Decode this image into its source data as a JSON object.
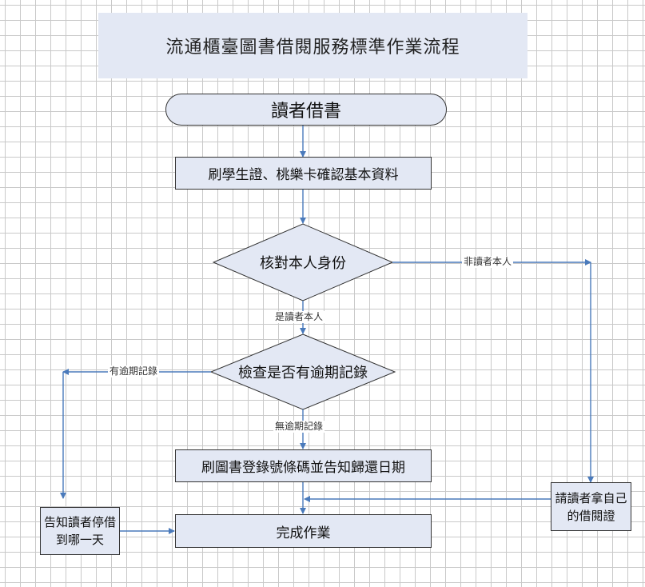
{
  "title": "流通櫃臺圖書借閱服務標準作業流程",
  "nodes": {
    "start": "讀者借書",
    "swipe_card": "刷學生證、桃樂卡確認基本資料",
    "verify_identity": "核對本人身份",
    "check_overdue": "檢查是否有逾期記錄",
    "scan_barcode": "刷圖書登錄號條碼並告知歸還日期",
    "complete": "完成作業",
    "notify_suspend": "告知讀者停借到哪一天",
    "own_card": "請讀者拿自己的借閱證"
  },
  "edges": {
    "not_self": "非讀者本人",
    "is_self": "是讀者本人",
    "has_overdue": "有逾期記錄",
    "no_overdue": "無逾期記錄"
  },
  "colors": {
    "node_fill": "#e3e8f4",
    "connector": "#4a7abb",
    "grid": "#c9c9c9"
  }
}
